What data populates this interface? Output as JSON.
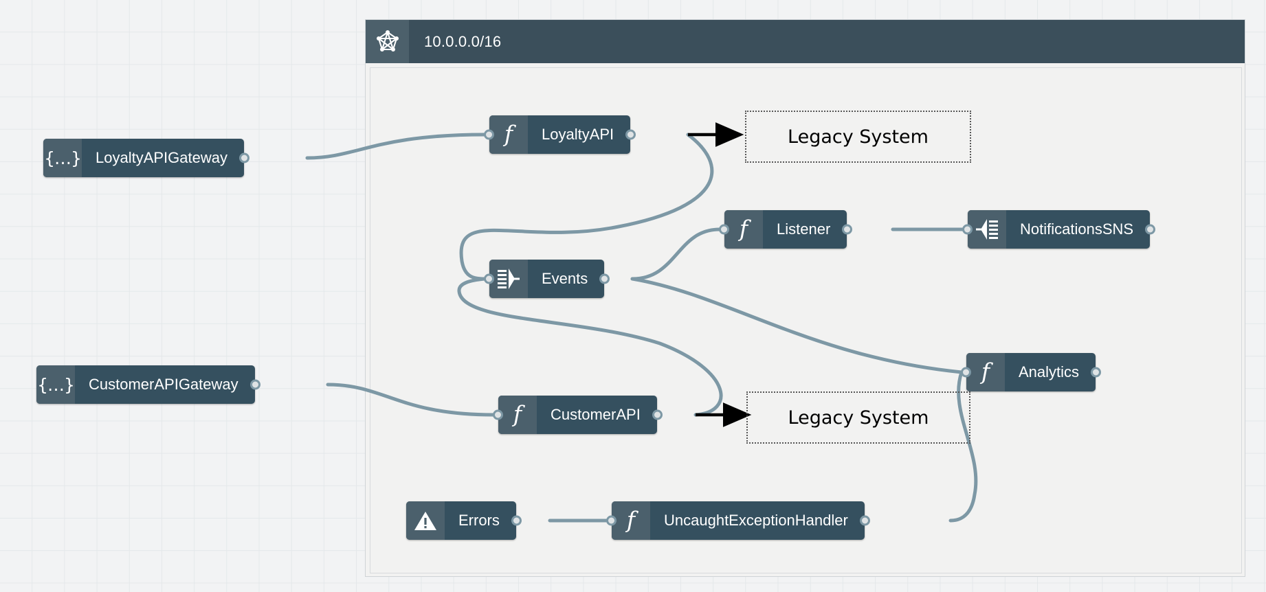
{
  "canvas": {
    "background": "#f2f3f4",
    "grid_color": "#e4e8ea",
    "grid_size": 47
  },
  "palette": {
    "node_body": "#35505f",
    "node_icon_panel": "#4b606c",
    "group_header": "#3b4f5b",
    "group_body": "#f2f2f1",
    "edge": "#7d98a5",
    "port_fill": "#dfe3e5",
    "arrow": "#000000",
    "label_text": "#ffffff",
    "legacy_text": "#000000"
  },
  "group": {
    "title": "10.0.0.0/16",
    "icon": "network-mesh-icon"
  },
  "nodes": [
    {
      "id": "loyalty-api-gateway",
      "label": "LoyaltyAPIGateway",
      "icon": "json-braces-icon"
    },
    {
      "id": "customer-api-gateway",
      "label": "CustomerAPIGateway",
      "icon": "json-braces-icon"
    },
    {
      "id": "loyalty-api",
      "label": "LoyaltyAPI",
      "icon": "lambda-function-icon"
    },
    {
      "id": "events",
      "label": "Events",
      "icon": "event-bus-icon"
    },
    {
      "id": "listener",
      "label": "Listener",
      "icon": "lambda-function-icon"
    },
    {
      "id": "notifications-sns",
      "label": "NotificationsSNS",
      "icon": "sns-topic-icon"
    },
    {
      "id": "analytics",
      "label": "Analytics",
      "icon": "lambda-function-icon"
    },
    {
      "id": "customer-api",
      "label": "CustomerAPI",
      "icon": "lambda-function-icon"
    },
    {
      "id": "errors",
      "label": "Errors",
      "icon": "warning-triangle-icon"
    },
    {
      "id": "uncaught-exception-handler",
      "label": "UncaughtExceptionHandler",
      "icon": "lambda-function-icon"
    }
  ],
  "external_systems": [
    {
      "id": "legacy-system-loyalty",
      "label": "Legacy System"
    },
    {
      "id": "legacy-system-customer",
      "label": "Legacy System"
    }
  ]
}
